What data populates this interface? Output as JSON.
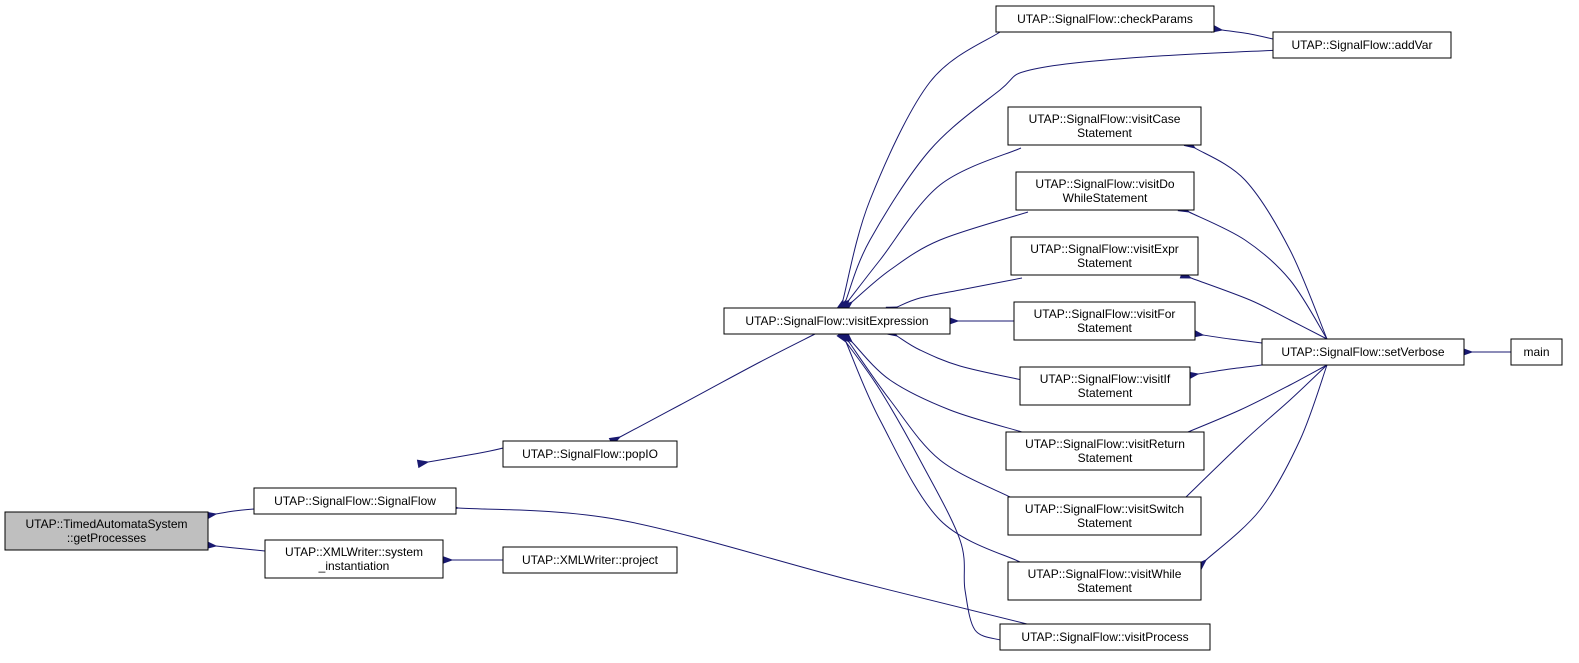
{
  "graph": {
    "nodes": [
      {
        "id": "getProcesses",
        "lines": [
          "UTAP::TimedAutomataSystem",
          "::getProcesses"
        ],
        "highlight": true
      },
      {
        "id": "signalFlowCtor",
        "lines": [
          "UTAP::SignalFlow::SignalFlow"
        ]
      },
      {
        "id": "systemInstantiation",
        "lines": [
          "UTAP::XMLWriter::system",
          "_instantiation"
        ]
      },
      {
        "id": "popIO",
        "lines": [
          "UTAP::SignalFlow::popIO"
        ]
      },
      {
        "id": "project",
        "lines": [
          "UTAP::XMLWriter::project"
        ]
      },
      {
        "id": "visitExpression",
        "lines": [
          "UTAP::SignalFlow::visitExpression"
        ]
      },
      {
        "id": "checkParams",
        "lines": [
          "UTAP::SignalFlow::checkParams"
        ]
      },
      {
        "id": "addVar",
        "lines": [
          "UTAP::SignalFlow::addVar"
        ]
      },
      {
        "id": "visitCase",
        "lines": [
          "UTAP::SignalFlow::visitCase",
          "Statement"
        ]
      },
      {
        "id": "visitDoWhile",
        "lines": [
          "UTAP::SignalFlow::visitDo",
          "WhileStatement"
        ]
      },
      {
        "id": "visitExprStmt",
        "lines": [
          "UTAP::SignalFlow::visitExpr",
          "Statement"
        ]
      },
      {
        "id": "visitFor",
        "lines": [
          "UTAP::SignalFlow::visitFor",
          "Statement"
        ]
      },
      {
        "id": "visitIf",
        "lines": [
          "UTAP::SignalFlow::visitIf",
          "Statement"
        ]
      },
      {
        "id": "visitReturn",
        "lines": [
          "UTAP::SignalFlow::visitReturn",
          "Statement"
        ]
      },
      {
        "id": "visitSwitch",
        "lines": [
          "UTAP::SignalFlow::visitSwitch",
          "Statement"
        ]
      },
      {
        "id": "visitWhile",
        "lines": [
          "UTAP::SignalFlow::visitWhile",
          "Statement"
        ]
      },
      {
        "id": "visitProcess",
        "lines": [
          "UTAP::SignalFlow::visitProcess"
        ]
      },
      {
        "id": "setVerbose",
        "lines": [
          "UTAP::SignalFlow::setVerbose"
        ]
      },
      {
        "id": "main",
        "lines": [
          "main"
        ]
      }
    ],
    "edges": [
      {
        "from": "signalFlowCtor",
        "to": "getProcesses"
      },
      {
        "from": "systemInstantiation",
        "to": "getProcesses"
      },
      {
        "from": "popIO",
        "to": "signalFlowCtor"
      },
      {
        "from": "visitProcess",
        "to": "signalFlowCtor"
      },
      {
        "from": "project",
        "to": "systemInstantiation"
      },
      {
        "from": "visitExpression",
        "to": "popIO"
      },
      {
        "from": "checkParams",
        "to": "visitExpression"
      },
      {
        "from": "addVar",
        "to": "visitExpression"
      },
      {
        "from": "visitCase",
        "to": "visitExpression"
      },
      {
        "from": "visitDoWhile",
        "to": "visitExpression"
      },
      {
        "from": "visitExprStmt",
        "to": "visitExpression"
      },
      {
        "from": "visitFor",
        "to": "visitExpression"
      },
      {
        "from": "visitIf",
        "to": "visitExpression"
      },
      {
        "from": "visitReturn",
        "to": "visitExpression"
      },
      {
        "from": "visitSwitch",
        "to": "visitExpression"
      },
      {
        "from": "visitWhile",
        "to": "visitExpression"
      },
      {
        "from": "visitProcess",
        "to": "visitExpression"
      },
      {
        "from": "addVar",
        "to": "checkParams"
      },
      {
        "from": "setVerbose",
        "to": "visitCase"
      },
      {
        "from": "setVerbose",
        "to": "visitDoWhile"
      },
      {
        "from": "setVerbose",
        "to": "visitExprStmt"
      },
      {
        "from": "setVerbose",
        "to": "visitFor"
      },
      {
        "from": "setVerbose",
        "to": "visitIf"
      },
      {
        "from": "setVerbose",
        "to": "visitReturn"
      },
      {
        "from": "setVerbose",
        "to": "visitSwitch"
      },
      {
        "from": "setVerbose",
        "to": "visitWhile"
      },
      {
        "from": "main",
        "to": "setVerbose"
      }
    ]
  }
}
